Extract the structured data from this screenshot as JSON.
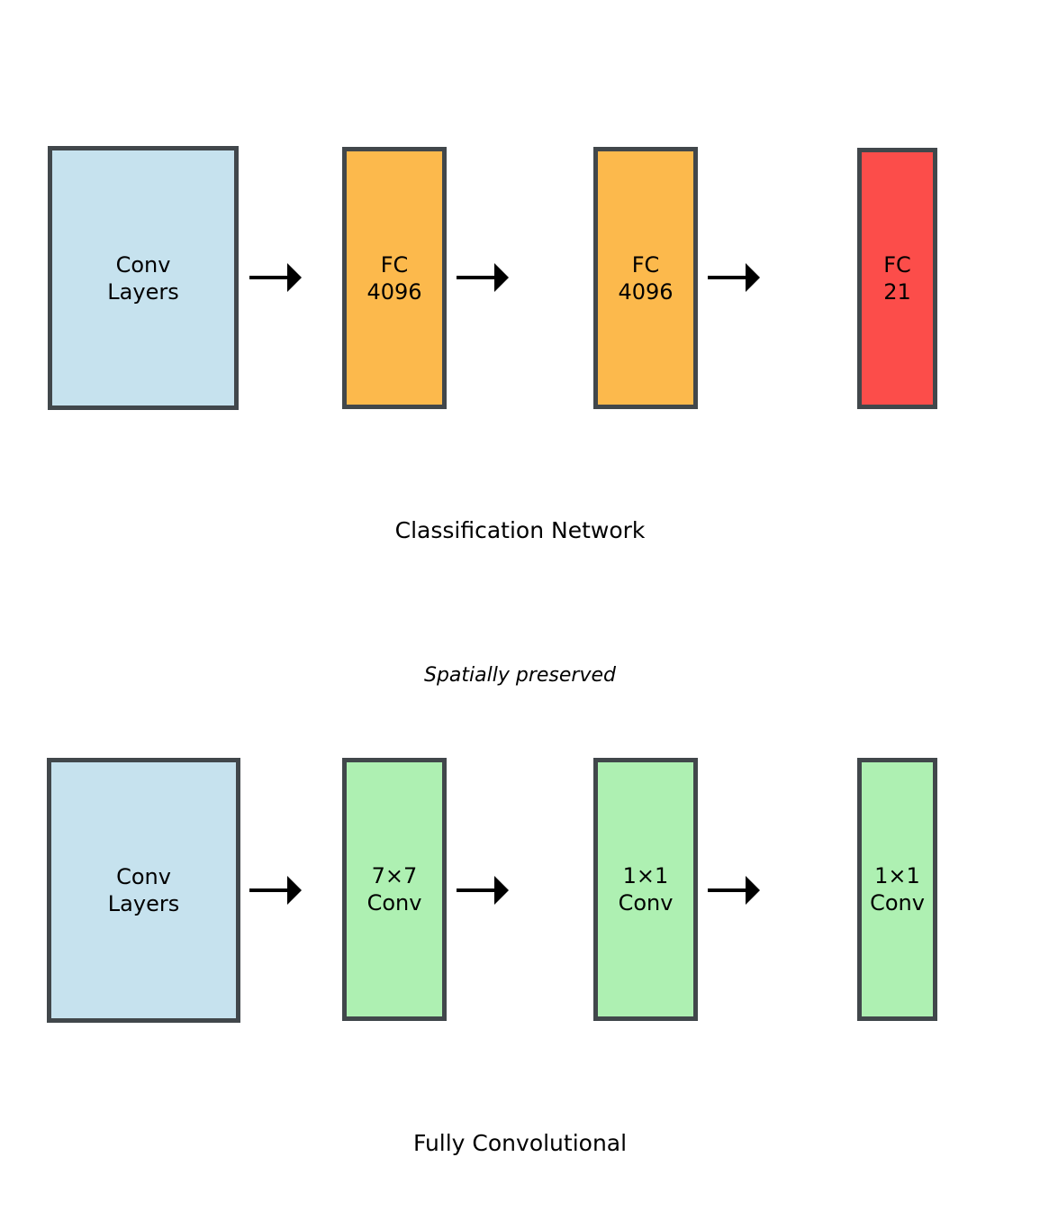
{
  "palette": {
    "background": "#ffffff",
    "border": "#41474b",
    "arrow": "#000000",
    "text": "#000000",
    "conv_layers_fill": "#c6e2ee",
    "fc_fill": "#fcb94c",
    "fc_output_fill": "#fc4d4a",
    "conv_green_fill": "#aef0b2"
  },
  "top_network": {
    "title": "Classification Network",
    "boxes": [
      {
        "lines": [
          "Conv",
          "Layers"
        ],
        "fill": "#c6e2ee"
      },
      {
        "lines": [
          "FC",
          "4096"
        ],
        "fill": "#fcb94c"
      },
      {
        "lines": [
          "FC",
          "4096"
        ],
        "fill": "#fcb94c"
      },
      {
        "lines": [
          "FC",
          "21"
        ],
        "fill": "#fc4d4a"
      }
    ]
  },
  "annotation": "Spatially preserved",
  "bottom_network": {
    "title": "Fully Convolutional",
    "boxes": [
      {
        "lines": [
          "Conv",
          "Layers"
        ],
        "fill": "#c6e2ee"
      },
      {
        "lines": [
          "7×7",
          "Conv"
        ],
        "fill": "#aef0b2"
      },
      {
        "lines": [
          "1×1",
          "Conv"
        ],
        "fill": "#aef0b2"
      },
      {
        "lines": [
          "1×1",
          "Conv"
        ],
        "fill": "#aef0b2"
      }
    ]
  }
}
